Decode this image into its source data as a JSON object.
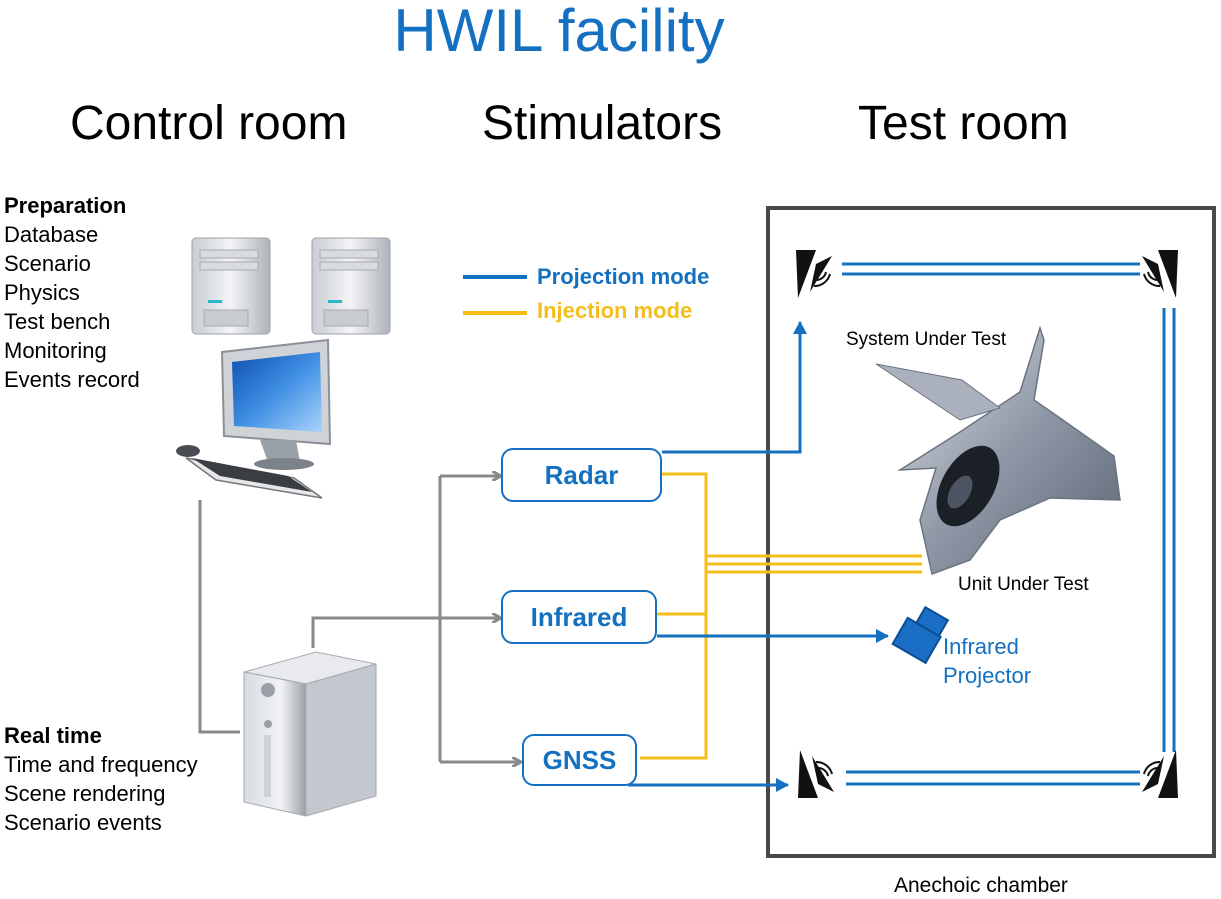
{
  "title": "HWIL facility",
  "columns": {
    "control": "Control room",
    "stimulators": "Stimulators",
    "test": "Test room"
  },
  "preparation": {
    "heading": "Preparation",
    "items": [
      "Database",
      "Scenario",
      "Physics",
      "Test bench",
      "Monitoring",
      "Events record"
    ]
  },
  "realtime": {
    "heading": "Real time",
    "items": [
      "Time and frequency",
      "Scene rendering",
      "Scenario events"
    ]
  },
  "legend": {
    "projection": "Projection mode",
    "injection": "Injection mode",
    "projection_color": "#1470c0",
    "injection_color": "#f5bd1a"
  },
  "stimulators": {
    "radar": "Radar",
    "infrared": "Infrared",
    "gnss": "GNSS"
  },
  "test_room": {
    "system_under_test": "System Under Test",
    "unit_under_test": "Unit Under Test",
    "projector_line1": "Infrared",
    "projector_line2": "Projector",
    "chamber": "Anechoic chamber"
  },
  "icons": [
    "server-tower-icon",
    "desktop-computer-icon",
    "keyboard-icon",
    "mouse-icon",
    "realtime-server-icon",
    "antenna-icon",
    "infrared-projector-icon",
    "fighter-jet-icon"
  ]
}
